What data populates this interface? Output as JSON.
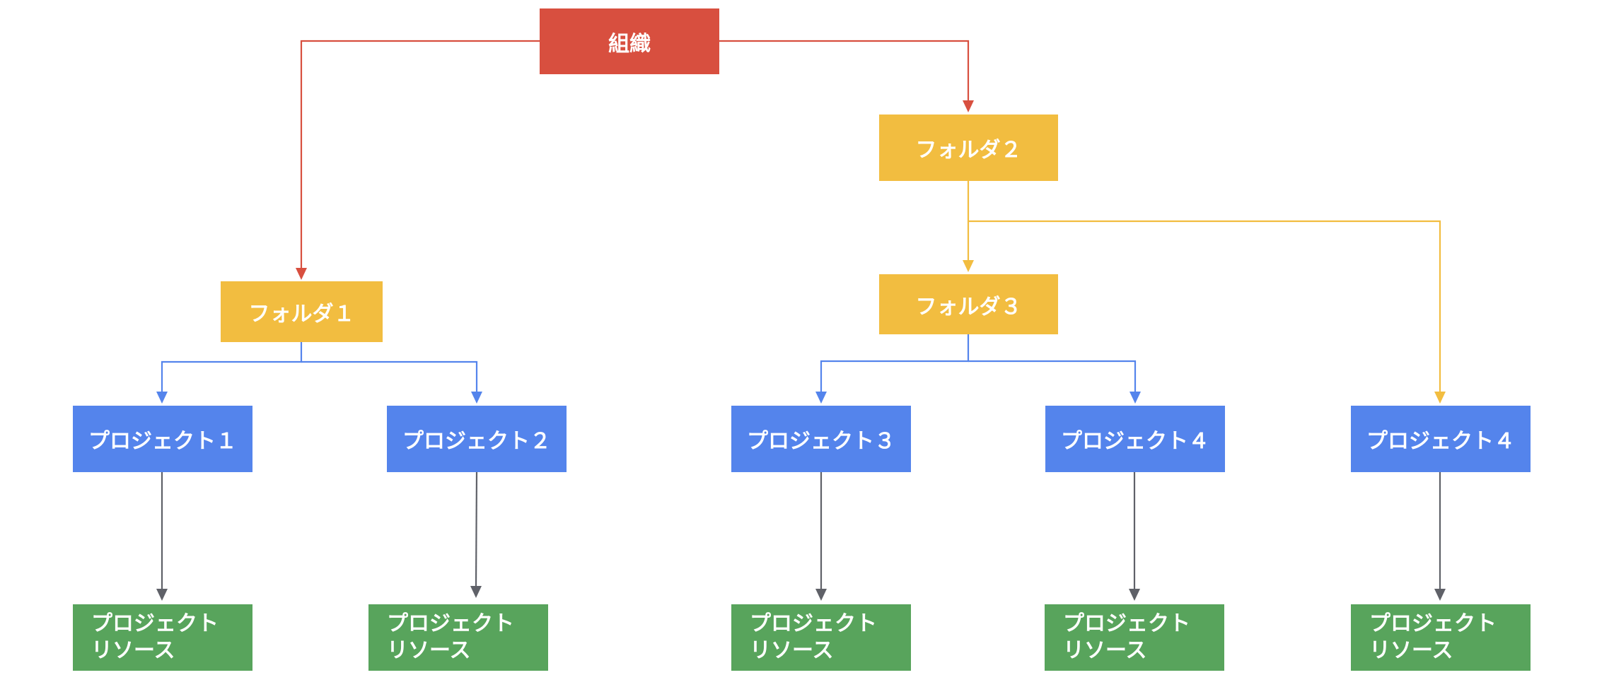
{
  "colors": {
    "organization": "#D84F3F",
    "folder": "#F2BD40",
    "project": "#5484EC",
    "resource": "#58A45C",
    "resource_arrow": "#5F6168"
  },
  "nodes": {
    "organization": "組織",
    "folder1": "フォルダ１",
    "folder2": "フォルダ２",
    "folder3": "フォルダ３",
    "project1": "プロジェクト１",
    "project2": "プロジェクト２",
    "project3": "プロジェクト３",
    "project4a": "プロジェクト４",
    "project4b": "プロジェクト４",
    "resource1": "プロジェクト\nリソース",
    "resource2": "プロジェクト\nリソース",
    "resource3": "プロジェクト\nリソース",
    "resource4": "プロジェクト\nリソース",
    "resource5": "プロジェクト\nリソース"
  }
}
